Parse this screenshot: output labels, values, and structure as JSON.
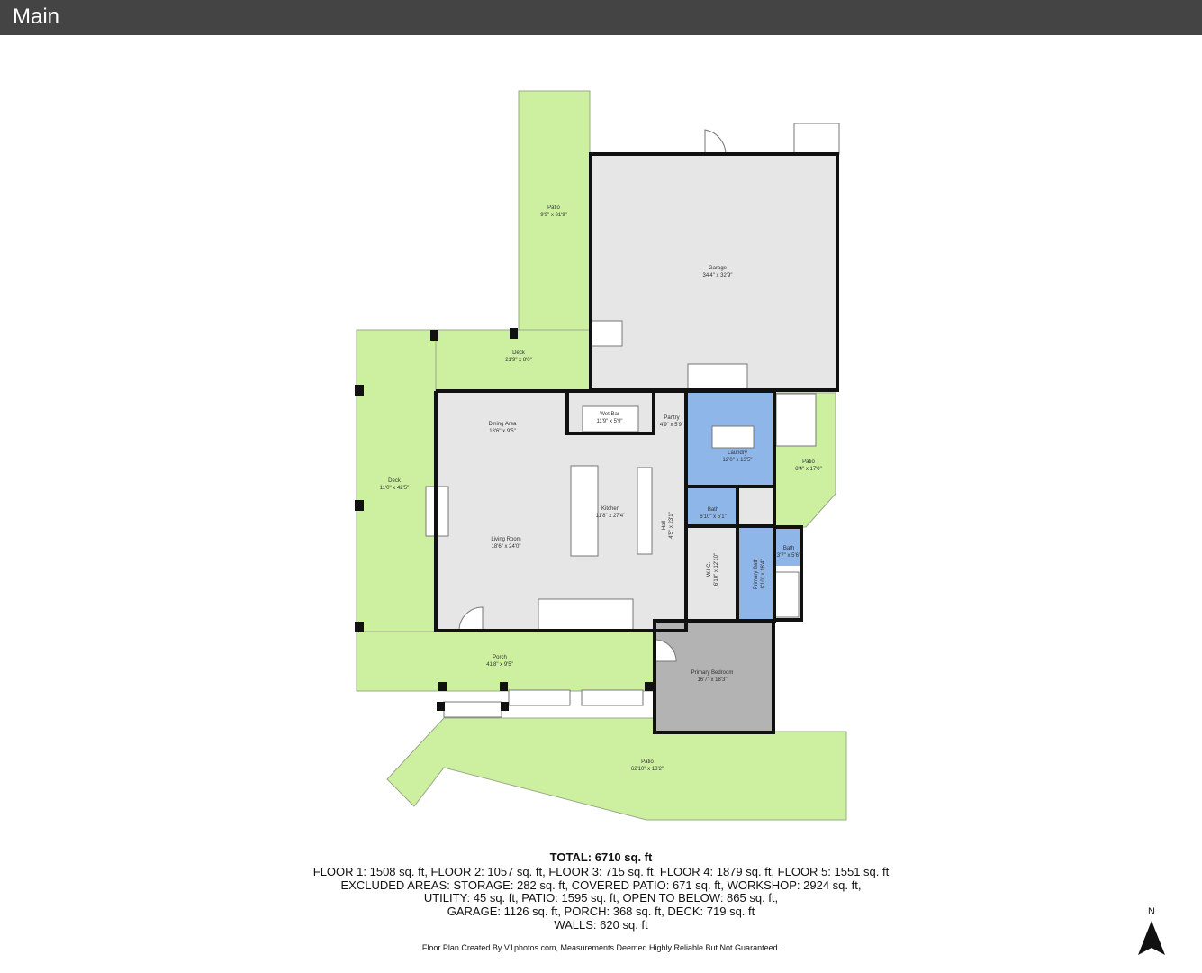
{
  "header": {
    "title": "Main"
  },
  "rooms": [
    {
      "key": "patio_top",
      "name": "Patio",
      "dims": "9'9\" x 31'9\""
    },
    {
      "key": "garage",
      "name": "Garage",
      "dims": "34'4\" x 32'9\""
    },
    {
      "key": "deck_top",
      "name": "Deck",
      "dims": "21'9\" x 8'0\""
    },
    {
      "key": "wet_bar",
      "name": "Wet Bar",
      "dims": "11'9\" x 5'9\""
    },
    {
      "key": "pantry",
      "name": "Pantry",
      "dims": "4'9\" x 5'9\""
    },
    {
      "key": "dining",
      "name": "Dining Area",
      "dims": "18'6\" x 9'5\""
    },
    {
      "key": "laundry",
      "name": "Laundry",
      "dims": "12'0\" x 13'5\""
    },
    {
      "key": "patio_right",
      "name": "Patio",
      "dims": "8'4\" x 17'0\""
    },
    {
      "key": "deck_left",
      "name": "Deck",
      "dims": "11'0\" x 42'5\""
    },
    {
      "key": "kitchen",
      "name": "Kitchen",
      "dims": "11'8\" x 27'4\""
    },
    {
      "key": "hall",
      "name": "Hall",
      "dims": "4'5\" x 23'1\""
    },
    {
      "key": "bath1",
      "name": "Bath",
      "dims": "6'10\" x 5'1\""
    },
    {
      "key": "living",
      "name": "Living Room",
      "dims": "18'6\" x 24'0\""
    },
    {
      "key": "bath2",
      "name": "Bath",
      "dims": "3'7\" x 5'6\""
    },
    {
      "key": "wic",
      "name": "W.I.C.",
      "dims": "6'10\" x 12'10\""
    },
    {
      "key": "primary_bath",
      "name": "Primary Bath",
      "dims": "8'10\" x 18'4\""
    },
    {
      "key": "porch",
      "name": "Porch",
      "dims": "41'8\" x 9'5\""
    },
    {
      "key": "primary_bedroom",
      "name": "Primary Bedroom",
      "dims": "16'7\" x 18'3\""
    },
    {
      "key": "patio_bottom",
      "name": "Patio",
      "dims": "62'10\" x 18'2\""
    }
  ],
  "footer": {
    "total": "TOTAL: 6710 sq. ft",
    "lines": [
      "FLOOR 1: 1508 sq. ft, FLOOR 2: 1057 sq. ft, FLOOR 3: 715 sq. ft, FLOOR 4: 1879 sq. ft, FLOOR 5: 1551 sq. ft",
      "EXCLUDED AREAS: STORAGE: 282 sq. ft, COVERED PATIO: 671 sq. ft, WORKSHOP: 2924 sq. ft,",
      "UTILITY: 45 sq. ft, PATIO: 1595 sq. ft, OPEN TO BELOW: 865 sq. ft,",
      "GARAGE: 1126 sq. ft, PORCH: 368 sq. ft, DECK: 719 sq. ft",
      "WALLS: 620 sq. ft"
    ],
    "credit": "Floor Plan Created By V1photos.com, Measurements Deemed Highly Reliable But Not Guaranteed."
  },
  "compass": {
    "label": "N"
  },
  "colors": {
    "patio": "#cdf0a0",
    "interior": "#e6e6e6",
    "wet_room": "#8fb6e8",
    "bedroom": "#b3b3b3",
    "wall": "#111111",
    "header": "#444444"
  }
}
